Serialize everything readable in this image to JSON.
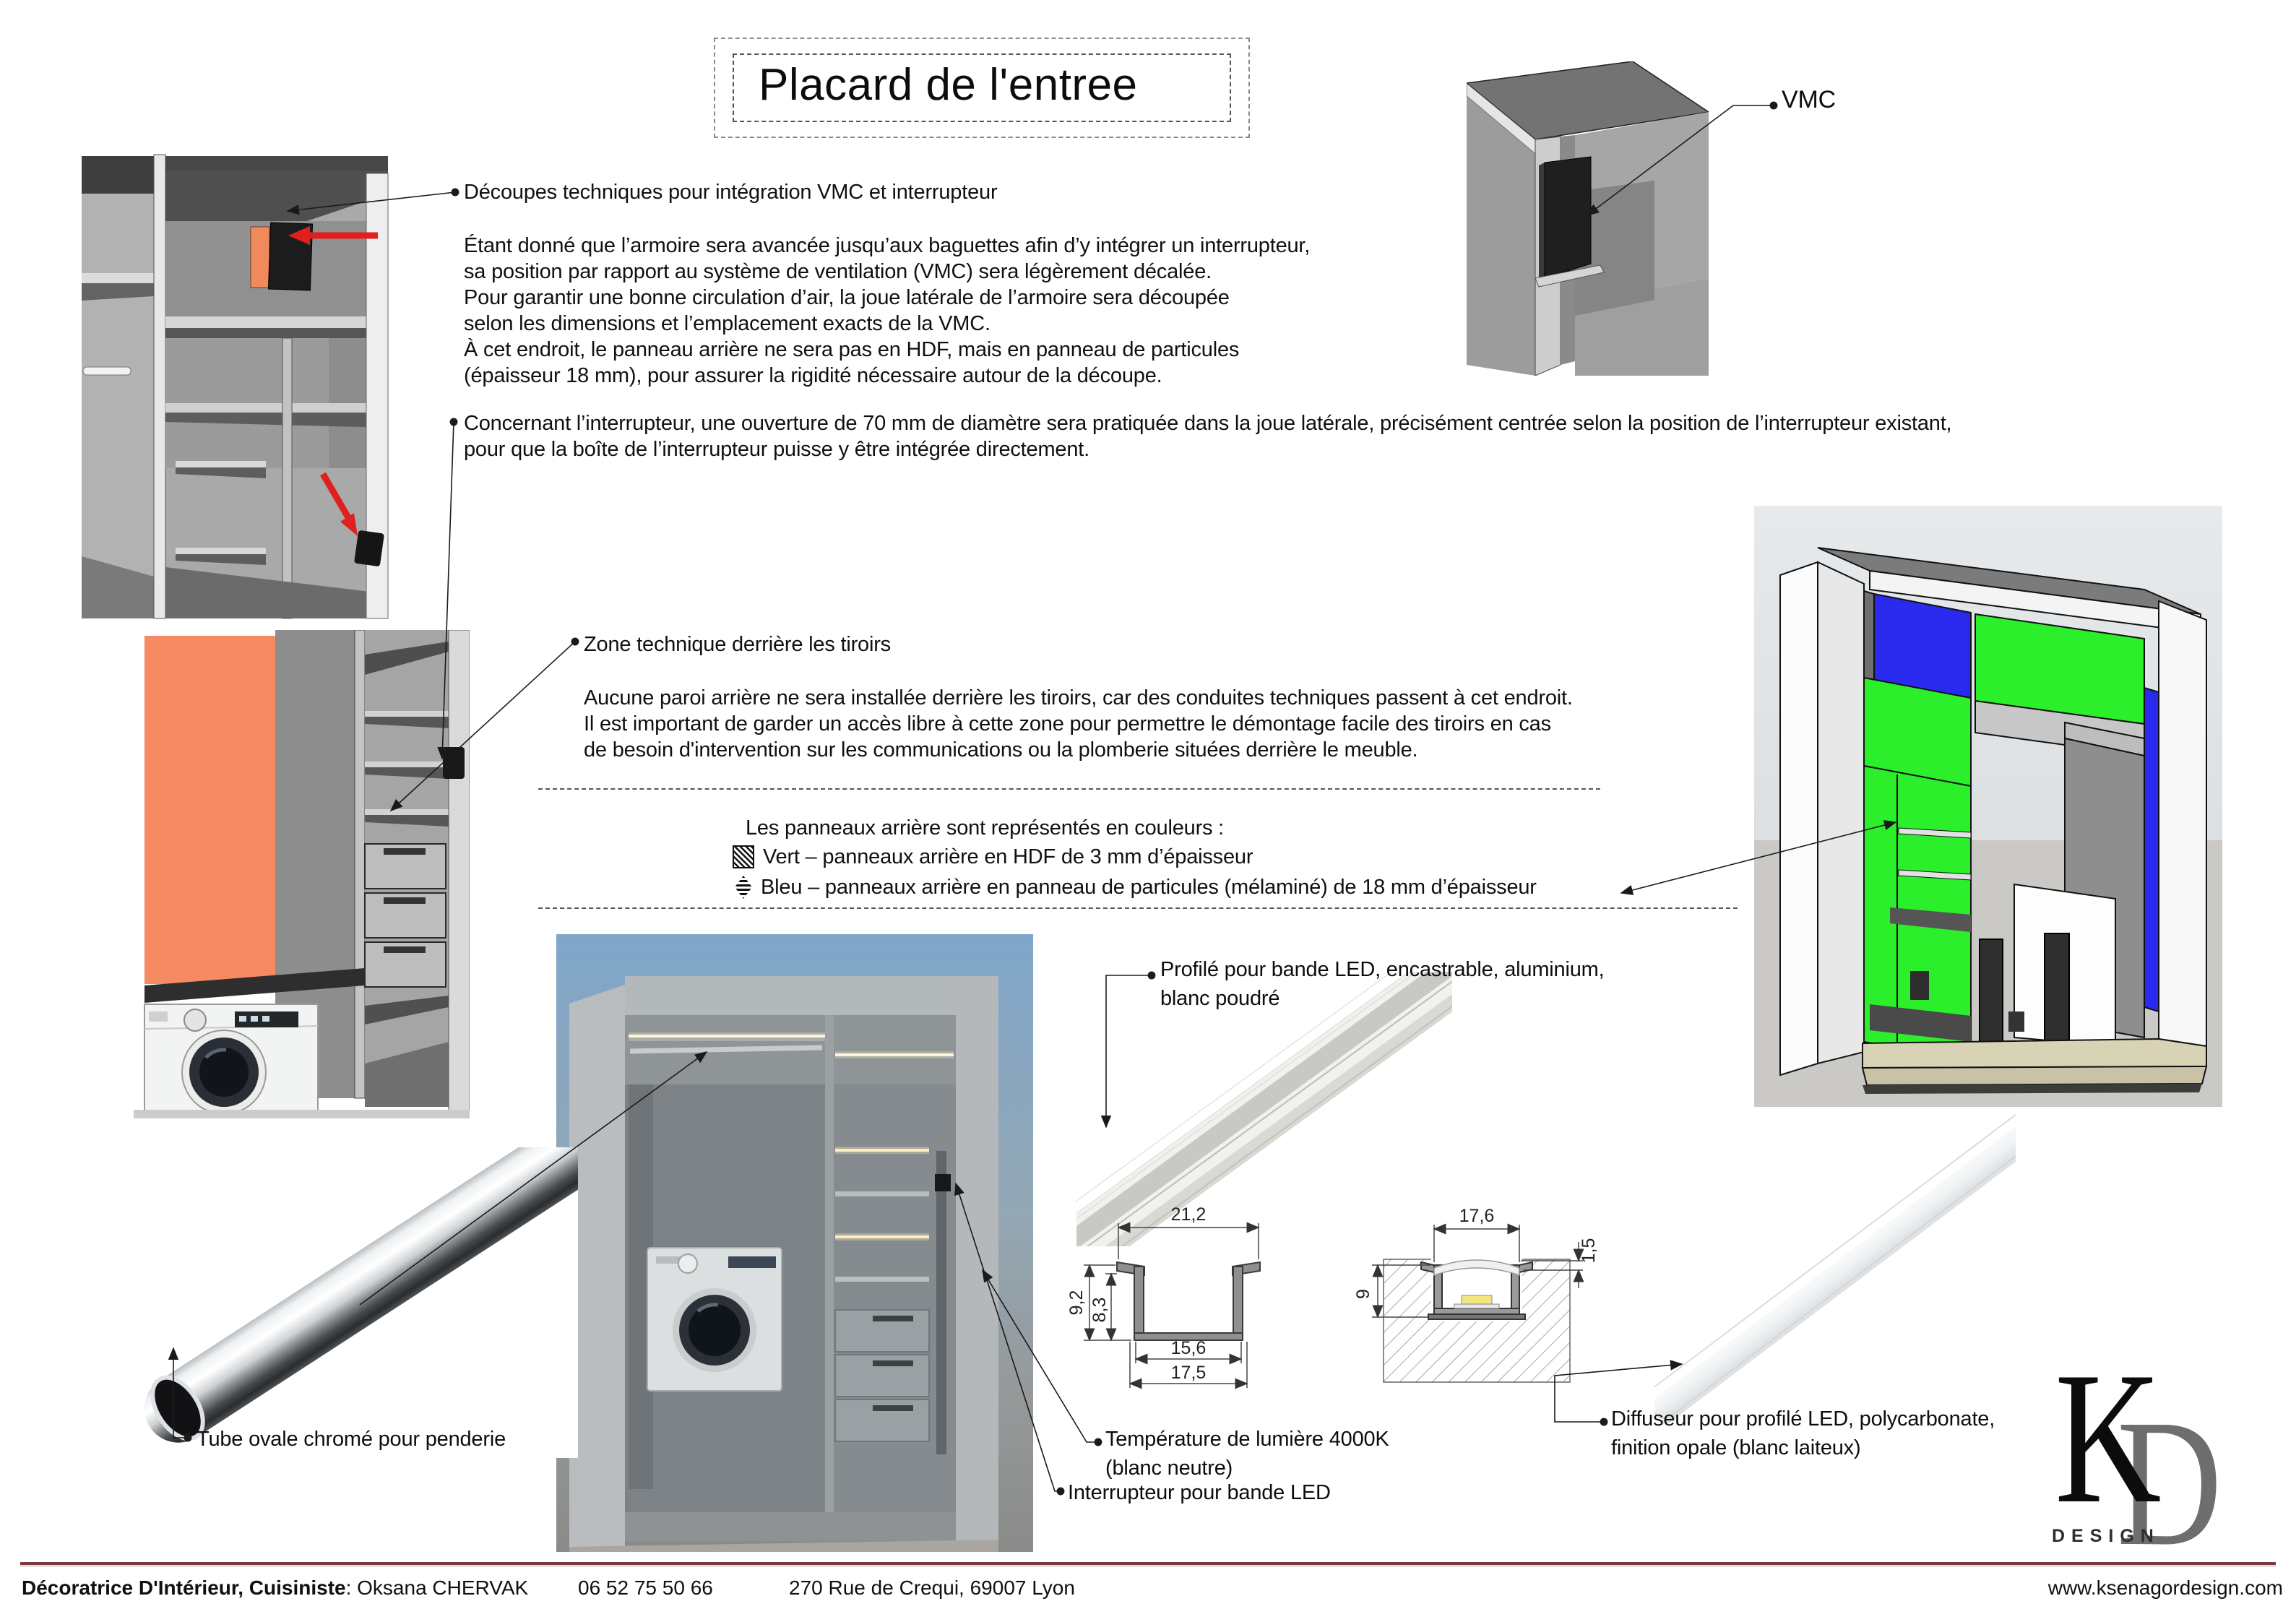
{
  "title": "Placard de l'entree",
  "decoupes": {
    "heading": "Découpes techniques pour intégration VMC et interrupteur",
    "para1": "Étant donné que l’armoire sera avancée jusqu’aux baguettes afin d’y intégrer un interrupteur,\nsa position par rapport au système de ventilation (VMC) sera légèrement décalée.\nPour garantir une bonne circulation d’air, la joue latérale de l’armoire sera découpée\nselon les dimensions et l’emplacement exacts de la VMC.\nÀ cet endroit, le panneau arrière ne sera pas en HDF, mais en panneau de particules\n(épaisseur 18 mm), pour assurer la rigidité nécessaire autour de la découpe.",
    "para2": "Concernant l’interrupteur, une ouverture de 70 mm de diamètre sera pratiquée dans la joue latérale, précisément centrée selon la position de l’interrupteur existant,\npour que la boîte de l’interrupteur puisse y être intégrée directement."
  },
  "zone": {
    "heading": "Zone technique derrière les tiroirs",
    "para": "Aucune paroi arrière ne sera installée derrière les tiroirs, car des conduites techniques passent à cet endroit.\nIl est important de garder un accès libre à cette zone pour permettre le démontage facile des tiroirs en cas\nde besoin d'intervention sur les communications ou la plomberie situées derrière le meuble."
  },
  "legend": {
    "intro": "Les panneaux arrière sont représentés en couleurs :",
    "vert": "Vert – panneaux arrière en HDF de 3 mm d’épaisseur",
    "bleu": "Bleu – panneaux arrière en panneau de particules (mélaminé) de 18 mm d’épaisseur"
  },
  "labels": {
    "vmc": "VMC",
    "profil": "Profilé pour bande LED, encastrable, aluminium,\nblanc poudré",
    "tube": "Tube ovale chromé pour penderie",
    "temperature": "Température de lumière 4000K\n(blanc neutre)",
    "interrupteur": "Interrupteur pour bande LED",
    "diffuseur": "Diffuseur pour profilé LED, polycarbonate,\nfinition opale (blanc laiteux)"
  },
  "dims": {
    "left": {
      "top": "21,2",
      "outer_h": "9,2",
      "inner_h": "8,3",
      "bottom_inner": "15,6",
      "bottom_outer": "17,5"
    },
    "right": {
      "top": "17,6",
      "lip": "1,5",
      "depth": "9"
    }
  },
  "footer": {
    "role": "Décoratrice D'Intérieur, Cuisiniste",
    "name": ": Oksana CHERVAK",
    "phone": "06 52 75 50 66",
    "address": "270 Rue de Crequi, 69007 Lyon",
    "website": "www.ksenagordesign.com"
  },
  "logo": {
    "k": "K",
    "d": "D",
    "caption": "DESIGN"
  },
  "colors": {
    "panel_green": "#2CEF2C",
    "panel_blue": "#2A2AEF",
    "orange": "#F58A63",
    "arrow_red": "#E02020",
    "footer_line": "#7A3B45"
  }
}
